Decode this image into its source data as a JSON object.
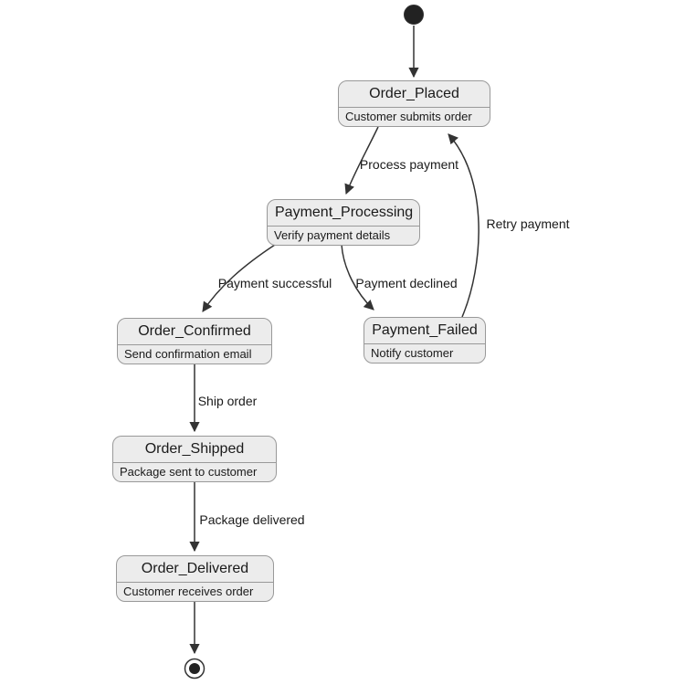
{
  "diagram_type": "state-diagram",
  "colors": {
    "background": "#ffffff",
    "node_fill": "#ececec",
    "node_border": "#999999",
    "text": "#1a1a1a",
    "edge": "#333333"
  },
  "initial_state": {
    "name": "start"
  },
  "final_state": {
    "name": "end"
  },
  "states": [
    {
      "name": "Order_Placed",
      "description": "Customer submits order"
    },
    {
      "name": "Payment_Processing",
      "description": "Verify payment details"
    },
    {
      "name": "Order_Confirmed",
      "description": "Send confirmation email"
    },
    {
      "name": "Payment_Failed",
      "description": "Notify customer"
    },
    {
      "name": "Order_Shipped",
      "description": "Package sent to customer"
    },
    {
      "name": "Order_Delivered",
      "description": "Customer receives order"
    }
  ],
  "transitions": [
    {
      "from": "start",
      "to": "Order_Placed",
      "label": ""
    },
    {
      "from": "Order_Placed",
      "to": "Payment_Processing",
      "label": "Process payment"
    },
    {
      "from": "Payment_Processing",
      "to": "Order_Confirmed",
      "label": "Payment successful"
    },
    {
      "from": "Payment_Processing",
      "to": "Payment_Failed",
      "label": "Payment declined"
    },
    {
      "from": "Payment_Failed",
      "to": "Order_Placed",
      "label": "Retry payment"
    },
    {
      "from": "Order_Confirmed",
      "to": "Order_Shipped",
      "label": "Ship order"
    },
    {
      "from": "Order_Shipped",
      "to": "Order_Delivered",
      "label": "Package delivered"
    },
    {
      "from": "Order_Delivered",
      "to": "end",
      "label": ""
    }
  ]
}
